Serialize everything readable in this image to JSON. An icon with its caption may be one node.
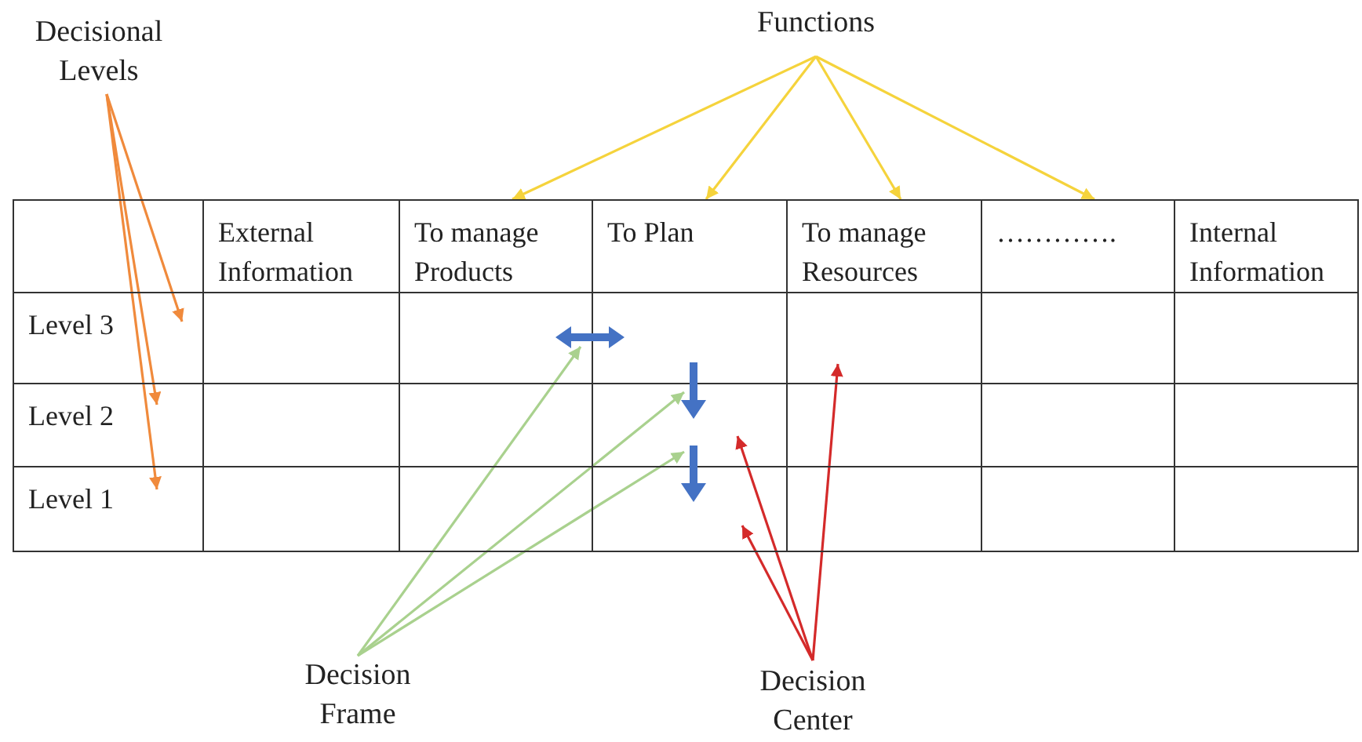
{
  "diagram": {
    "nodes": [
      {
        "text": [
          "Decisional Levels"
        ]
      },
      {
        "text": [
          "Functions"
        ]
      },
      {
        "text": [],
        "shape": "box"
      },
      {
        "text": [
          "External Information"
        ]
      },
      {
        "text": [
          "To manage Products"
        ]
      },
      {
        "text": [
          "To Plan"
        ]
      },
      {
        "text": [
          "To manage Resources"
        ]
      },
      {
        "text": [
          "…………."
        ]
      },
      {
        "text": [
          "Internal Information"
        ]
      },
      {
        "text": [
          "Level 3"
        ]
      },
      {
        "text": [],
        "shape": "box"
      },
      {
        "text": [],
        "shape": "box"
      },
      {
        "text": [],
        "shape": "box"
      },
      {
        "text": [],
        "shape": "box"
      },
      {
        "text": [],
        "shape": "box"
      },
      {
        "text": [],
        "shape": "box"
      },
      {
        "text": [
          "Level 2"
        ]
      },
      {
        "text": [],
        "shape": "box"
      },
      {
        "text": [],
        "shape": "box"
      },
      {
        "text": [],
        "shape": "box"
      },
      {
        "text": [],
        "shape": "box"
      },
      {
        "text": [],
        "shape": "box"
      },
      {
        "text": [],
        "shape": "box"
      },
      {
        "text": [
          "Level 1"
        ]
      },
      {
        "text": [],
        "shape": "box"
      },
      {
        "text": [],
        "shape": "box"
      },
      {
        "text": [],
        "shape": "box"
      },
      {
        "text": [],
        "shape": "box"
      },
      {
        "text": [],
        "shape": "box"
      },
      {
        "text": [],
        "shape": "box"
      },
      {
        "text": [],
        "shape": "arrow"
      },
      {
        "text": [],
        "shape": "arrow"
      },
      {
        "text": [],
        "shape": "arrow"
      },
      {
        "text": [
          "Decision Frame"
        ]
      },
      {
        "text": [
          "Decision Center"
        ]
      }
    ],
    "edges": [
      {
        "from": 0,
        "to": 9,
        "arrow": "to",
        "color": "#f08a3c"
      },
      {
        "from": 0,
        "to": 16,
        "arrow": "to",
        "color": "#f08a3c"
      },
      {
        "from": 0,
        "to": 23,
        "arrow": "to",
        "color": "#f08a3c"
      },
      {
        "from": 1,
        "to": 4,
        "arrow": "to",
        "color": "#f5d33c"
      },
      {
        "from": 1,
        "to": 5,
        "arrow": "to",
        "color": "#f5d33c"
      },
      {
        "from": 1,
        "to": 6,
        "arrow": "to",
        "color": "#f5d33c"
      },
      {
        "from": 1,
        "to": 7,
        "arrow": "to",
        "color": "#f5d33c"
      },
      {
        "from": 33,
        "to": 30,
        "arrow": "to",
        "color": "#a9d18e"
      },
      {
        "from": 33,
        "to": 31,
        "arrow": "to",
        "color": "#a9d18e"
      },
      {
        "from": 33,
        "to": 32,
        "arrow": "to",
        "color": "#a9d18e"
      },
      {
        "from": 34,
        "to": 13,
        "arrow": "to",
        "color": "#d42a2a"
      },
      {
        "from": 34,
        "to": 19,
        "arrow": "to",
        "color": "#d42a2a"
      },
      {
        "from": 34,
        "to": 26,
        "arrow": "to",
        "color": "#d42a2a"
      }
    ]
  }
}
